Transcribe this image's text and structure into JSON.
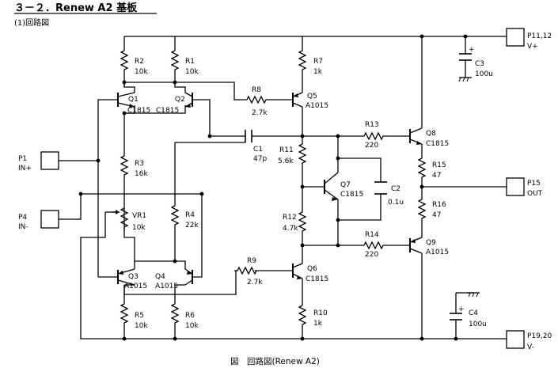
{
  "header": {
    "title": "３－２．Renew A2 基板",
    "subtitle": "(1)回路図"
  },
  "caption": "図　回路図(Renew A2)",
  "ports": {
    "p1": {
      "id": "P1",
      "name": "IN+"
    },
    "p4": {
      "id": "P4",
      "name": "IN-"
    },
    "p11": {
      "id": "P11,12",
      "name": "V+"
    },
    "p15": {
      "id": "P15",
      "name": "OUT"
    },
    "p19": {
      "id": "P19,20",
      "name": "V-"
    }
  },
  "components": {
    "r1": {
      "ref": "R1",
      "value": "10k"
    },
    "r2": {
      "ref": "R2",
      "value": "10k"
    },
    "r3": {
      "ref": "R3",
      "value": "16k"
    },
    "r4": {
      "ref": "R4",
      "value": "22k"
    },
    "r5": {
      "ref": "R5",
      "value": "10k"
    },
    "r6": {
      "ref": "R6",
      "value": "10k"
    },
    "r7": {
      "ref": "R7",
      "value": "1k"
    },
    "r8": {
      "ref": "R8",
      "value": "2.7k"
    },
    "r9": {
      "ref": "R9",
      "value": "2.7k"
    },
    "r10": {
      "ref": "R10",
      "value": "1k"
    },
    "r11": {
      "ref": "R11",
      "value": "5.6k"
    },
    "r12": {
      "ref": "R12",
      "value": "4.7k"
    },
    "r13": {
      "ref": "R13",
      "value": "220"
    },
    "r14": {
      "ref": "R14",
      "value": "220"
    },
    "r15": {
      "ref": "R15",
      "value": "47"
    },
    "r16": {
      "ref": "R16",
      "value": "47"
    },
    "vr1": {
      "ref": "VR1",
      "value": "10k"
    },
    "c1": {
      "ref": "C1",
      "value": "47p"
    },
    "c2": {
      "ref": "C2",
      "value": "0.1u"
    },
    "c3": {
      "ref": "C3",
      "value": "100u"
    },
    "c4": {
      "ref": "C4",
      "value": "100u"
    },
    "q1": {
      "ref": "Q1",
      "part": "C1815"
    },
    "q2": {
      "ref": "Q2",
      "part": "C1815"
    },
    "q3": {
      "ref": "Q3",
      "part": "A1015"
    },
    "q4": {
      "ref": "Q4",
      "part": "A1015"
    },
    "q5": {
      "ref": "Q5",
      "part": "A1015"
    },
    "q6": {
      "ref": "Q6",
      "part": "C1815"
    },
    "q7": {
      "ref": "Q7",
      "part": "C1815"
    },
    "q8": {
      "ref": "Q8",
      "part": "C1815"
    },
    "q9": {
      "ref": "Q9",
      "part": "A1015"
    }
  }
}
